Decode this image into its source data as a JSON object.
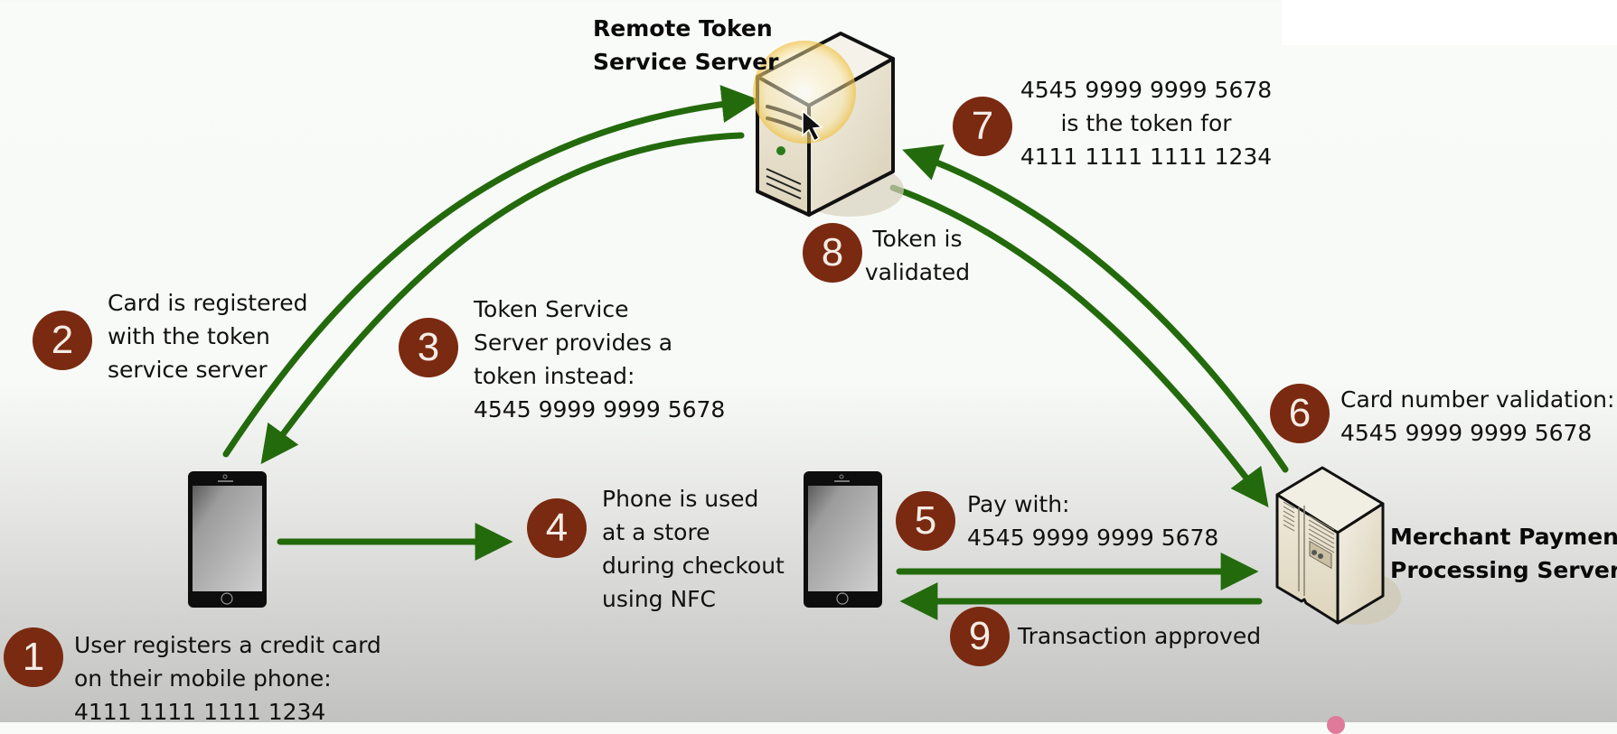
{
  "colors": {
    "badge": "#7a2a10",
    "arrow": "#236a0c",
    "server_fill": "#e6dfca",
    "highlight": "#f2c640"
  },
  "nodes": {
    "remote_server": {
      "label_lines": [
        "Remote Token",
        "Service Server"
      ],
      "icon": "server-tower-icon"
    },
    "merchant_server": {
      "label_lines": [
        "Merchant Payment",
        "Processing Server"
      ],
      "icon": "server-cabinet-icon"
    },
    "phone_user": {
      "icon": "smartphone-icon"
    },
    "phone_store": {
      "icon": "smartphone-icon"
    }
  },
  "steps": [
    {
      "num": "1",
      "lines": [
        "User registers a credit card",
        "on their mobile phone:",
        "4111 1111 1111 1234"
      ]
    },
    {
      "num": "2",
      "lines": [
        "Card is registered",
        "with the token",
        "service server"
      ]
    },
    {
      "num": "3",
      "lines": [
        "Token Service",
        "Server provides a",
        "token instead:",
        "4545 9999 9999 5678"
      ]
    },
    {
      "num": "4",
      "lines": [
        "Phone is used",
        "at a store",
        "during checkout",
        "using NFC"
      ]
    },
    {
      "num": "5",
      "lines": [
        "Pay with:",
        "4545 9999 9999 5678"
      ]
    },
    {
      "num": "6",
      "lines": [
        "Card number validation:",
        "4545 9999 9999 5678"
      ]
    },
    {
      "num": "7",
      "lines": [
        "4545 9999 9999 5678",
        "is the token for",
        "4111 1111 1111 1234"
      ]
    },
    {
      "num": "8",
      "lines": [
        "Token is",
        "validated"
      ]
    },
    {
      "num": "9",
      "lines": [
        "Transaction approved"
      ]
    }
  ],
  "cursor": {
    "icon": "mouse-pointer-icon",
    "highlighted": true
  }
}
